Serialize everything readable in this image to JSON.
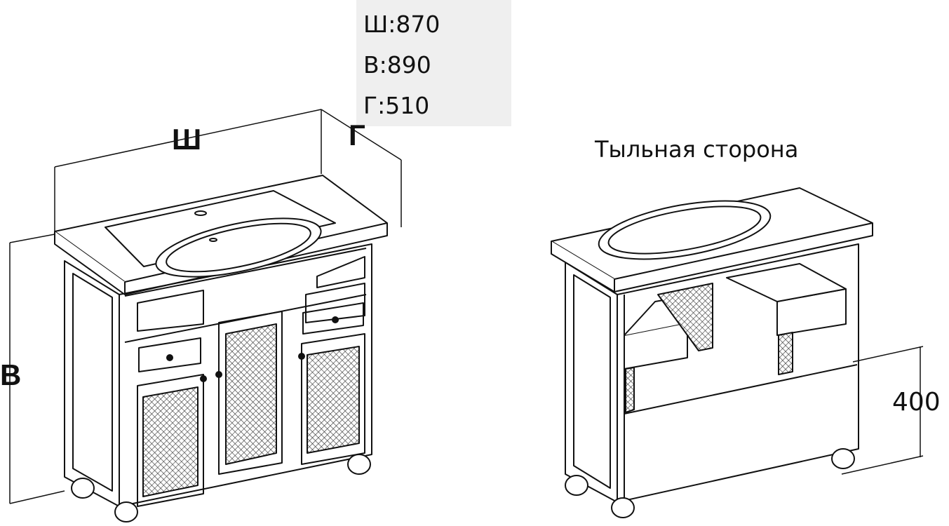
{
  "specs": {
    "width": "Ш:870",
    "height": "В:890",
    "depth": "Г:510"
  },
  "rear_view_caption": "Тыльная сторона",
  "dimension_labels": {
    "width": "Ш",
    "depth": "Г",
    "height": "В",
    "open_height": "400"
  },
  "colors": {
    "line": "#111111",
    "spec_background": "#efefef",
    "mesh": "#555555"
  }
}
